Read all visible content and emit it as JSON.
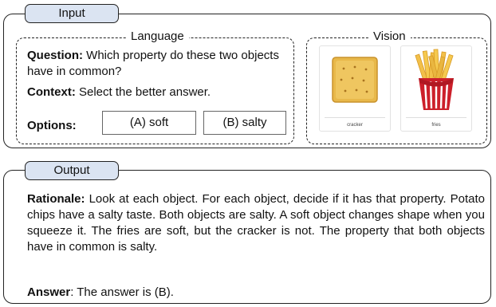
{
  "input": {
    "tab_label": "Input",
    "language": {
      "title": "Language",
      "question_label": "Question:",
      "question_text": "Which property do these two objects have in common?",
      "context_label": "Context:",
      "context_text": "Select the better answer.",
      "options_label": "Options:",
      "options": [
        "(A) soft",
        "(B) salty"
      ]
    },
    "vision": {
      "title": "Vision",
      "images": [
        {
          "caption": "cracker",
          "icon": "cracker-icon"
        },
        {
          "caption": "fries",
          "icon": "fries-icon"
        }
      ]
    }
  },
  "output": {
    "tab_label": "Output",
    "rationale_label": "Rationale:",
    "rationale_text": "Look at each object. For each object, decide if it has that property. Potato chips have a salty taste. Both objects are salty. A soft object changes shape when you squeeze it. The fries are soft, but the cracker is not. The property that both objects have in common is salty.",
    "answer_label": "Answer",
    "answer_text": ": The answer is (B)."
  },
  "colors": {
    "tab_fill": "#dbe4f2",
    "border": "#222222",
    "cracker": "#e8b84a",
    "fries": "#f2c04a",
    "fries_box": "#cc1f2a"
  }
}
